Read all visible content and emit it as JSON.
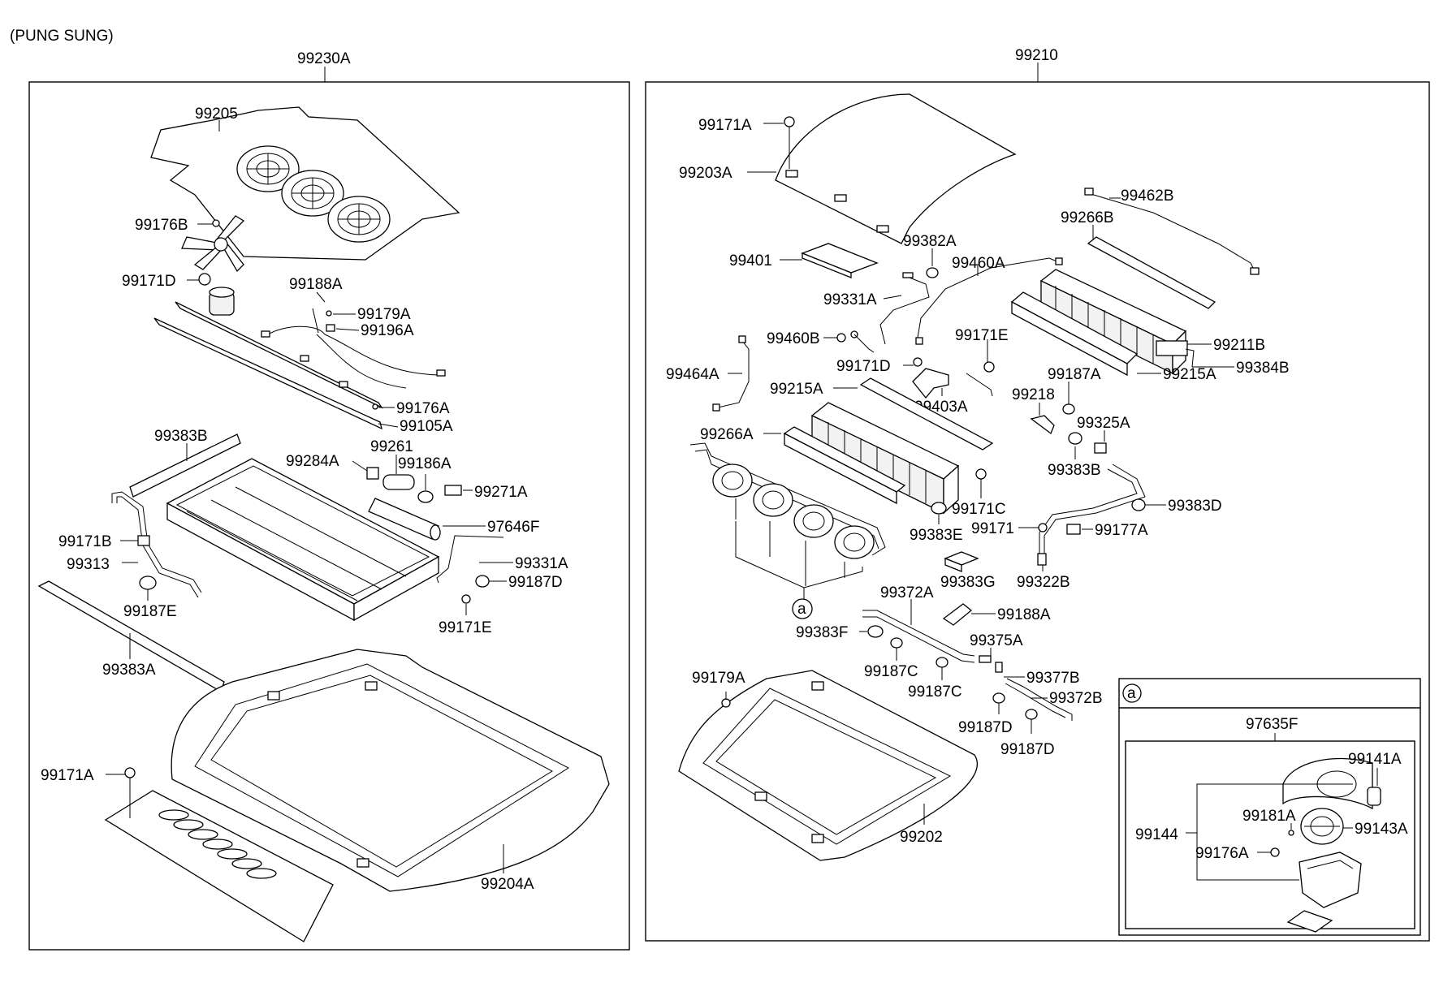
{
  "header": {
    "variant": "(PUNG SUNG)"
  },
  "assemblies": {
    "left": {
      "number": "99230A"
    },
    "right": {
      "number": "99210"
    }
  },
  "detail": {
    "marker": "a",
    "assembly": "97635F"
  },
  "labels": {
    "l_99205": "99205",
    "l_99176B": "99176B",
    "l_99171D": "99171D",
    "l_99188A": "99188A",
    "l_99179A": "99179A",
    "l_99196A": "99196A",
    "l_99176A": "99176A",
    "l_99105A": "99105A",
    "l_99383B": "99383B",
    "l_99284A": "99284A",
    "l_99261": "99261",
    "l_99186A": "99186A",
    "l_99271A": "99271A",
    "l_97646F": "97646F",
    "l_99171B": "99171B",
    "l_99313": "99313",
    "l_99331A": "99331A",
    "l_99187D": "99187D",
    "l_99187E": "99187E",
    "l_99171E": "99171E",
    "l_99383A": "99383A",
    "l_99171A": "99171A",
    "l_99204A": "99204A",
    "r_99171A": "99171A",
    "r_99203A": "99203A",
    "r_99462B": "99462B",
    "r_99266B": "99266B",
    "r_99382A": "99382A",
    "r_99401": "99401",
    "r_99460A": "99460A",
    "r_99331A": "99331A",
    "r_99460B": "99460B",
    "r_99171E": "99171E",
    "r_99211B": "99211B",
    "r_99464A": "99464A",
    "r_99171D": "99171D",
    "r_99187A": "99187A",
    "r_99215A_right": "99215A",
    "r_99384B": "99384B",
    "r_99215A_left": "99215A",
    "r_99403A": "99403A",
    "r_99218": "99218",
    "r_99325A": "99325A",
    "r_99266A": "99266A",
    "r_99383B": "99383B",
    "r_99171C": "99171C",
    "r_99383D": "99383D",
    "r_99383E": "99383E",
    "r_99171": "99171",
    "r_99177A": "99177A",
    "r_99383G": "99383G",
    "r_99322B": "99322B",
    "r_99372A": "99372A",
    "r_99188A": "99188A",
    "r_99383F": "99383F",
    "r_99375A": "99375A",
    "r_99179A": "99179A",
    "r_99187C_1": "99187C",
    "r_99377B": "99377B",
    "r_99187C_2": "99187C",
    "r_99372B": "99372B",
    "r_99187D_1": "99187D",
    "r_99187D_2": "99187D",
    "r_99202": "99202",
    "a_99141A": "99141A",
    "a_99181A": "99181A",
    "a_99143A": "99143A",
    "a_99144": "99144",
    "a_99176A": "99176A"
  }
}
